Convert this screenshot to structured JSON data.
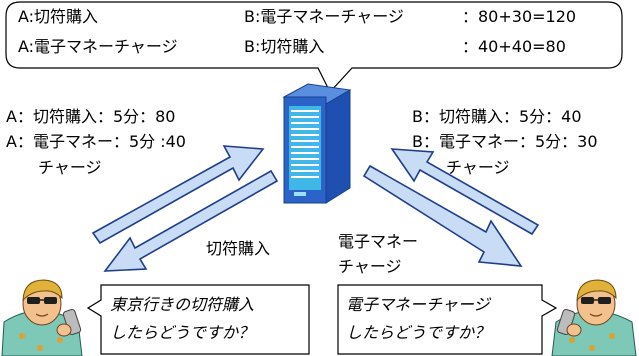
{
  "top_bubble": {
    "row1": {
      "left": "A:切符購入",
      "mid": "B:電子マネーチャージ",
      "right": "：80+30=120"
    },
    "row2": {
      "left": "A:電子マネーチャージ",
      "mid": "B:切符購入",
      "right": "：40+40=80"
    }
  },
  "left_info": {
    "line1": "A：切符購入：5分：80",
    "line2": "A：電子マネー：5分 :40",
    "line3": "チャージ"
  },
  "right_info": {
    "line1": "B：切符購入：5分：40",
    "line2": "B：電子マネー：5分：30",
    "line3": "チャージ"
  },
  "left_arrow_label": "切符購入",
  "right_arrow_label": {
    "line1": "電子マネー",
    "line2": "チャージ"
  },
  "left_speech": {
    "line1": "東京行きの切符購入",
    "line2": "したらどうですか？"
  },
  "right_speech": {
    "line1": "電子マネーチャージ",
    "line2": "したらどうですか？"
  },
  "colors": {
    "arrow_fill": "#c8dcf5",
    "arrow_stroke": "#1f3d8a",
    "server_body": "#2b63c8",
    "server_face": "#3fb8e8"
  },
  "icons": {
    "server": "server-icon",
    "left_person": "person-with-phone-icon",
    "right_person": "person-with-phone-icon"
  }
}
